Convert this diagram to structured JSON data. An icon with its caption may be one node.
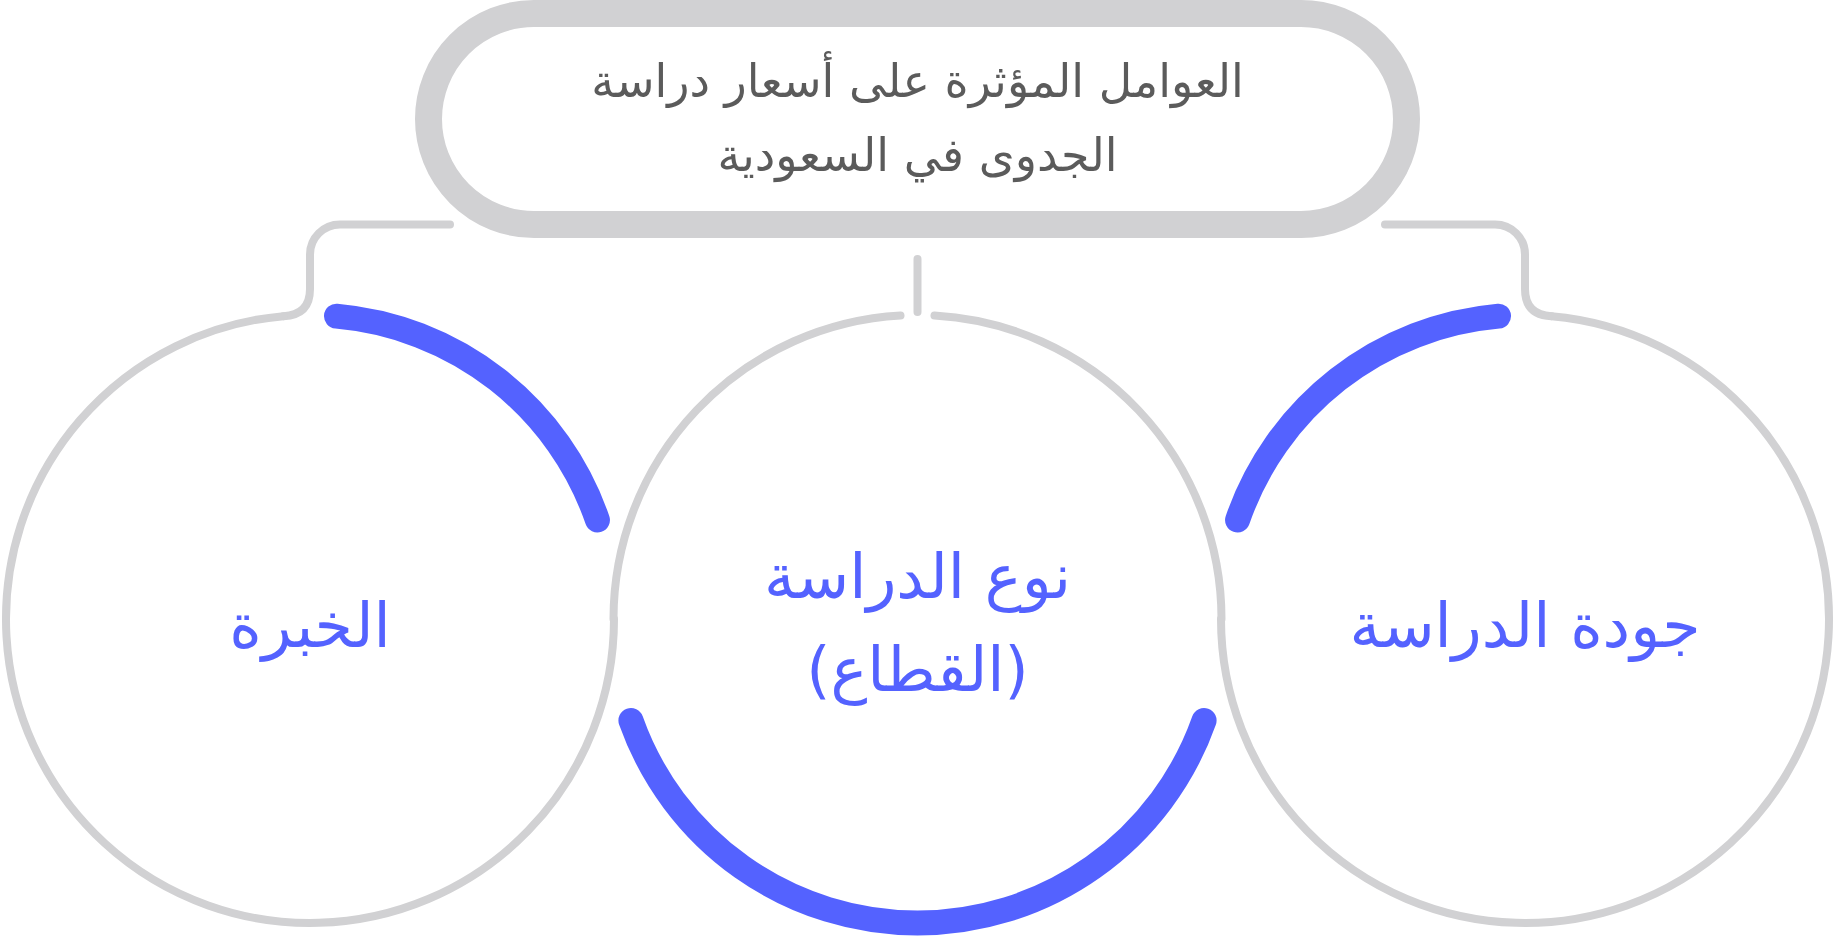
{
  "diagram": {
    "nodes": [
      {
        "text": [
          "العوامل المؤثرة على أسعار دراسة الجدوى في السعودية"
        ]
      },
      {
        "text": [
          "جودة الدراسة"
        ]
      },
      {
        "text": [
          "نوع الدراسة (القطاع)"
        ]
      },
      {
        "text": [
          "الخبرة"
        ]
      }
    ],
    "edges": [
      {
        "from": 0,
        "to": 1,
        "arrow": "none"
      },
      {
        "from": 0,
        "to": 2,
        "arrow": "none"
      },
      {
        "from": 0,
        "to": 3,
        "arrow": "none"
      }
    ]
  }
}
